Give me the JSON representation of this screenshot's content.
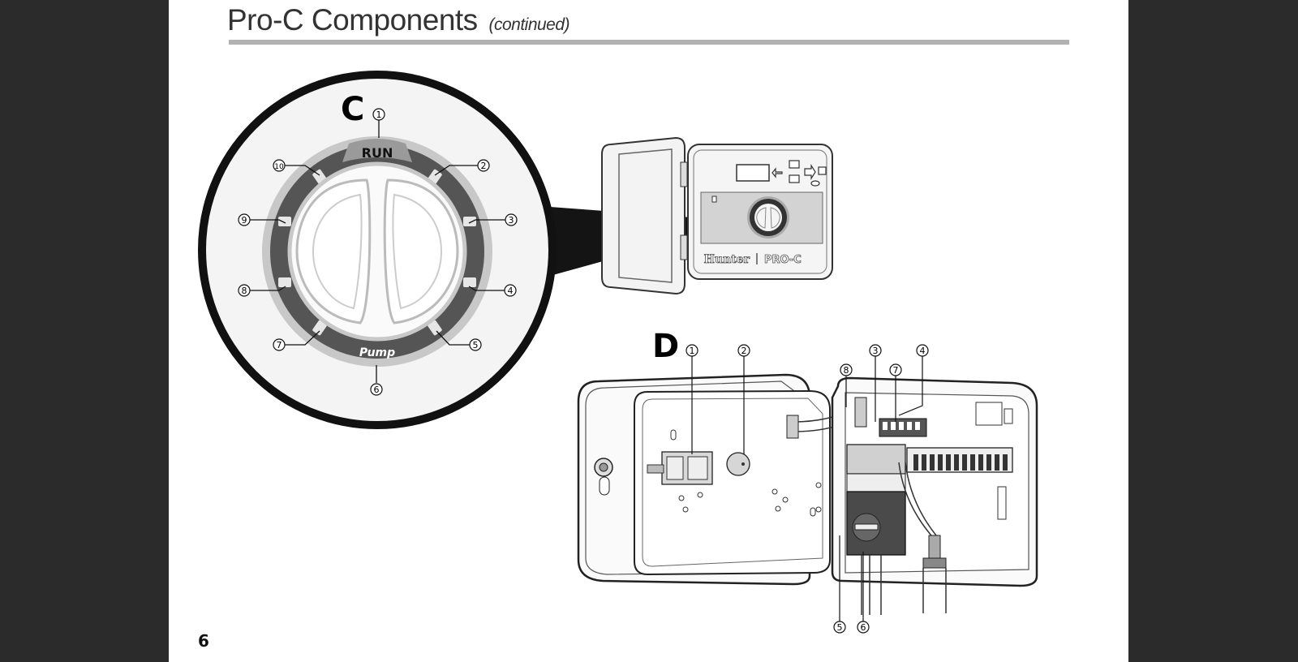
{
  "page": {
    "title": "Pro-C Components",
    "title_suffix": "(continued)",
    "page_number": "6"
  },
  "figure_c": {
    "letter": "C",
    "dial_top_label": "RUN",
    "dial_bottom_label": "Pump",
    "callouts": [
      "1",
      "2",
      "3",
      "4",
      "5",
      "6",
      "7",
      "8",
      "9",
      "10"
    ]
  },
  "controller": {
    "brand": "Hunter",
    "model": "PRO-C"
  },
  "figure_d": {
    "letter": "D",
    "callouts": [
      "1",
      "2",
      "3",
      "4",
      "5",
      "6",
      "7",
      "8"
    ]
  }
}
